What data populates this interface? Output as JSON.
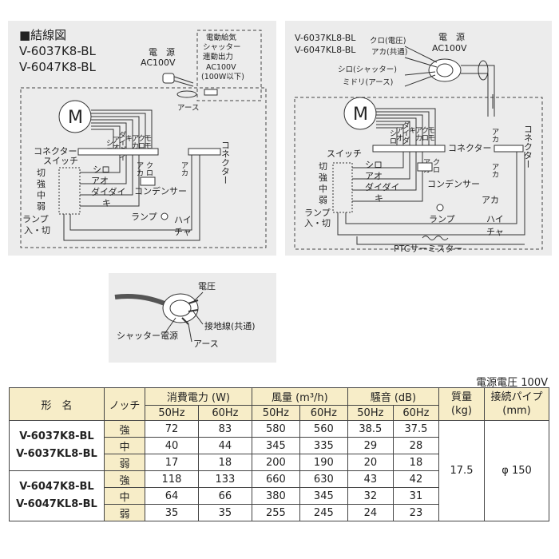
{
  "left_diagram": {
    "title": "■結線図",
    "model1": "V-6037K8-BL",
    "model2": "V-6047K8-BL",
    "power_label": "電　源",
    "power_voltage": "AC100V",
    "shutter_output": [
      "電動給気",
      "シャッター",
      "連動出力",
      "AC100V",
      "(100W以下)"
    ],
    "earth": "アース",
    "motor": "M",
    "connector": "コネクター",
    "connector_v": "コネクター",
    "switch": "スイッチ",
    "switch_positions": [
      "切",
      "強",
      "中",
      "弱"
    ],
    "lamp_onoff": [
      "ランプ",
      "入・切"
    ],
    "wire_colors_v": [
      "シロ",
      "アオ",
      "ダイダイ",
      "キ",
      "アカ",
      "クロ",
      "モモ"
    ],
    "wire_labels": [
      "シロ",
      "アオ",
      "ダイダイ",
      "キ"
    ],
    "cond_wires": [
      "アカ",
      "クロ"
    ],
    "aka": "アカ",
    "condenser": "コンデンサー",
    "lamp": "ランプ",
    "hai": "ハイ",
    "cha": "チャ"
  },
  "right_diagram": {
    "model1": "V-6037KL8-BL",
    "model2": "V-6047KL8-BL",
    "power_label": "電　源",
    "power_voltage": "AC100V",
    "plug_wires": [
      "クロ(電圧)",
      "アカ(共通)",
      "シロ(シャッター)",
      "ミドリ(アース)"
    ],
    "motor": "M",
    "connector": "コネクター",
    "connector_v": "コネクター",
    "switch": "スイッチ",
    "switch_positions": [
      "切",
      "強",
      "中",
      "弱"
    ],
    "lamp_onoff": [
      "ランプ",
      "入・切"
    ],
    "wire_colors_v": [
      "シロ",
      "アオ",
      "ダイダイ",
      "キ",
      "アカ",
      "クロ",
      "モモ"
    ],
    "wire_labels": [
      "シロ",
      "アオ",
      "ダイダイ",
      "キ"
    ],
    "cond_wires": [
      "アカ",
      "クロ"
    ],
    "aka_right": [
      "アカ",
      "アカ"
    ],
    "condenser": "コンデンサー",
    "aka": "アカ",
    "lamp": "ランプ",
    "hai": "ハイ",
    "cha": "チャ",
    "ptc": "PTCサーミスター"
  },
  "plug_diagram": {
    "voltage": "電圧",
    "ground_common": "接地線(共通)",
    "shutter_power": "シャッター電源",
    "earth": "アース"
  },
  "spec": {
    "supply_voltage": "電源電圧 100V",
    "headers": {
      "model": "形　名",
      "notch": "ノッチ",
      "power": "消費電力 (W)",
      "airflow": "風量 (m³/h)",
      "noise": "騒音 (dB)",
      "mass": "質量\n(kg)",
      "pipe": "接続パイプ\n(mm)",
      "hz50": "50Hz",
      "hz60": "60Hz"
    },
    "groups": [
      {
        "models": [
          "V-6037K8-BL",
          "V-6037KL8-BL"
        ],
        "rows": [
          {
            "notch": "強",
            "p50": "72",
            "p60": "83",
            "a50": "580",
            "a60": "560",
            "n50": "38.5",
            "n60": "37.5"
          },
          {
            "notch": "中",
            "p50": "40",
            "p60": "44",
            "a50": "345",
            "a60": "335",
            "n50": "29",
            "n60": "28"
          },
          {
            "notch": "弱",
            "p50": "17",
            "p60": "18",
            "a50": "200",
            "a60": "190",
            "n50": "20",
            "n60": "18"
          }
        ]
      },
      {
        "models": [
          "V-6047K8-BL",
          "V-6047KL8-BL"
        ],
        "rows": [
          {
            "notch": "強",
            "p50": "118",
            "p60": "133",
            "a50": "660",
            "a60": "630",
            "n50": "43",
            "n60": "42"
          },
          {
            "notch": "中",
            "p50": "64",
            "p60": "66",
            "a50": "380",
            "a60": "345",
            "n50": "32",
            "n60": "31"
          },
          {
            "notch": "弱",
            "p50": "35",
            "p60": "35",
            "a50": "255",
            "a60": "245",
            "n50": "24",
            "n60": "23"
          }
        ]
      }
    ],
    "mass": "17.5",
    "pipe": "φ 150"
  }
}
